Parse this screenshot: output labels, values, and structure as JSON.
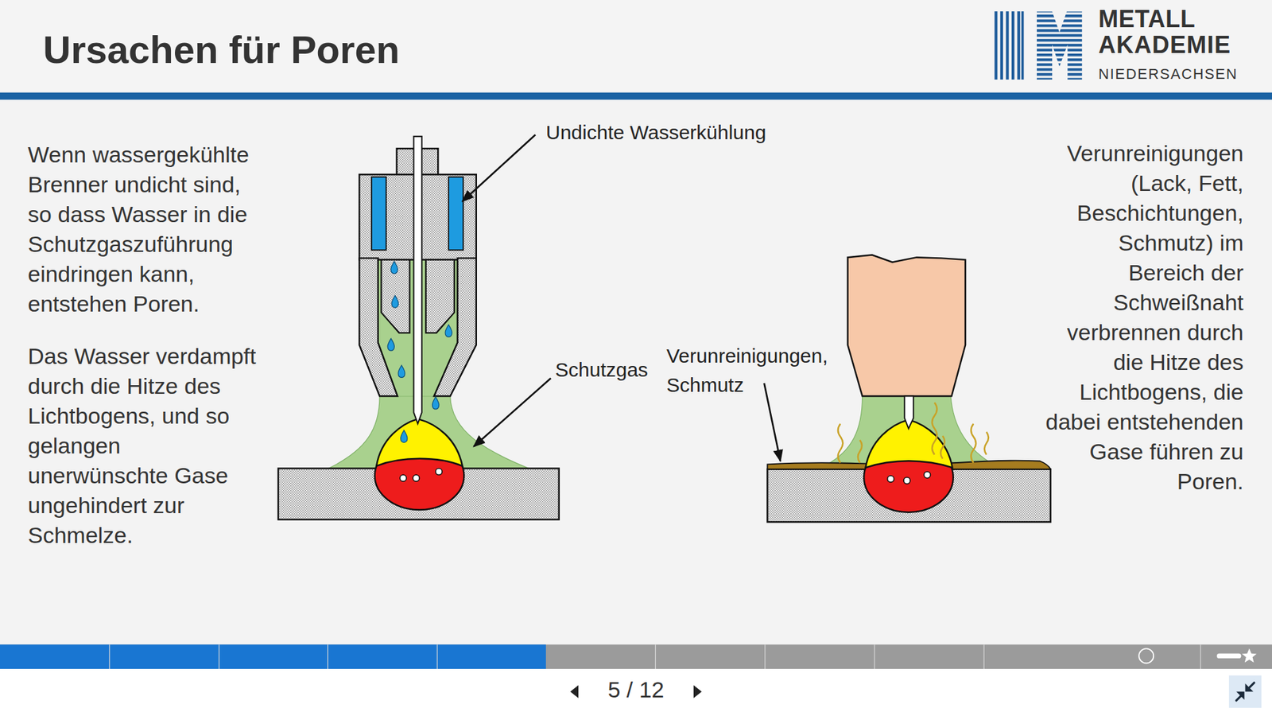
{
  "diagram": {
    "title": "Ursachen für Poren",
    "labels": [
      "METALL",
      "AKADEMIE",
      "NIEDERSACHSEN",
      "Wenn wassergekühlte Brenner undicht sind, so dass Wasser in die Schutzgaszuführung eindringen kann, entstehen Poren.",
      "Das Wasser verdampft durch die Hitze des Lichtbogens, und so gelangen unerwünschte Gase ungehindert zur Schmelze.",
      "Undichte Wasserkühlung",
      "Schutzgas",
      "Verunreinigungen, Schmutz",
      "Verunreinigungen (Lack, Fett, Beschichtungen, Schmutz) im Bereich der Schweißnaht verbrennen durch die Hitze des Lichtbogens, die dabei entstehenden Gase führen zu Poren.",
      "5 / 12"
    ]
  }
}
